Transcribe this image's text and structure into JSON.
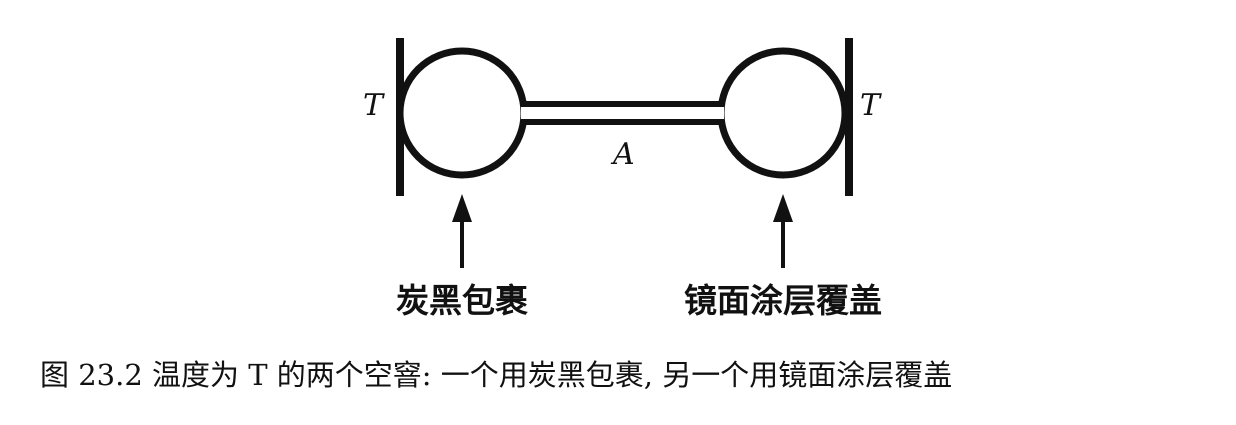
{
  "diagram": {
    "left_wall_label": "T",
    "right_wall_label": "T",
    "tube_label": "A",
    "left_annotation": "炭黑包裹",
    "right_annotation": "镜面涂层覆盖"
  },
  "caption": "图 23.2   温度为 T 的两个空窨: 一个用炭黑包裹, 另一个用镜面涂层覆盖"
}
